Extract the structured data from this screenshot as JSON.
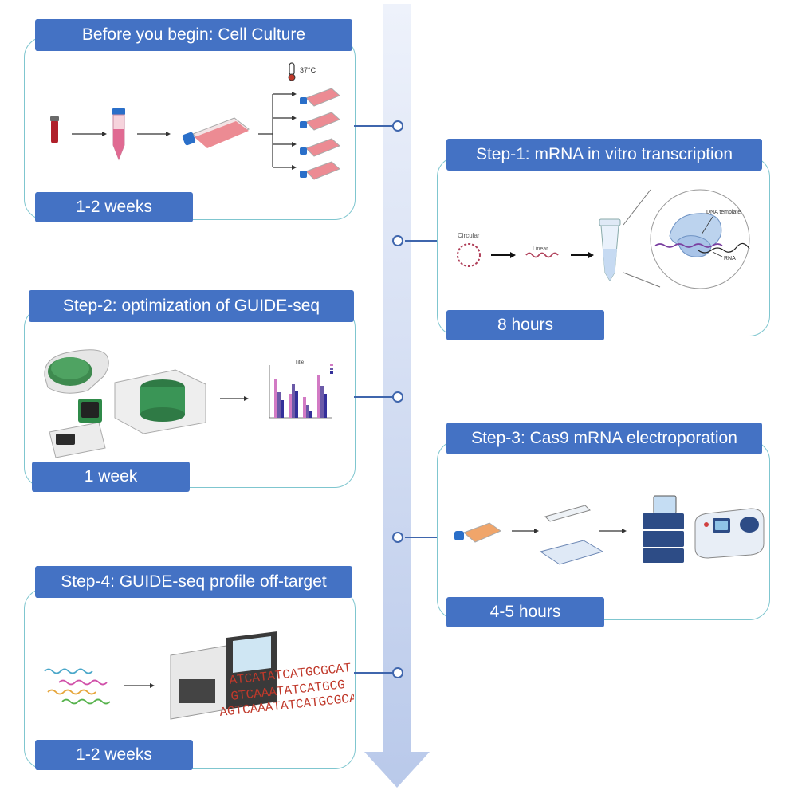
{
  "steps": {
    "before": {
      "title": "Before you begin: Cell Culture",
      "duration": "1-2 weeks",
      "temperature": "37°C"
    },
    "step1": {
      "title": "Step-1: mRNA in vitro transcription",
      "duration": "8 hours",
      "label_circular": "Circular",
      "label_linear": "Linear",
      "label_dna_template": "DNA template",
      "label_rna": "RNA"
    },
    "step2": {
      "title": "Step-2: optimization of GUIDE-seq",
      "duration": "1 week",
      "chart_title": "Title"
    },
    "step3": {
      "title": "Step-3: Cas9 mRNA electroporation",
      "duration": "4-5 hours"
    },
    "step4": {
      "title": "Step-4: GUIDE-seq profile off-target",
      "duration": "1-2 weeks",
      "seq1": "ATCATATCATGCGCAT",
      "seq2": "GTCAAATATCATGCG",
      "seq3": "AGTCAAATATCATGCGCAT"
    }
  },
  "colors": {
    "tab": "#4472c4",
    "panel_border": "#7fc6cf",
    "timeline": "#c9d6f0",
    "connector": "#3f66ad",
    "flask_media": "#e8757f",
    "flask_orange": "#f0a56a",
    "cap": "#2a6fc9",
    "seq_red": "#c0392b"
  }
}
